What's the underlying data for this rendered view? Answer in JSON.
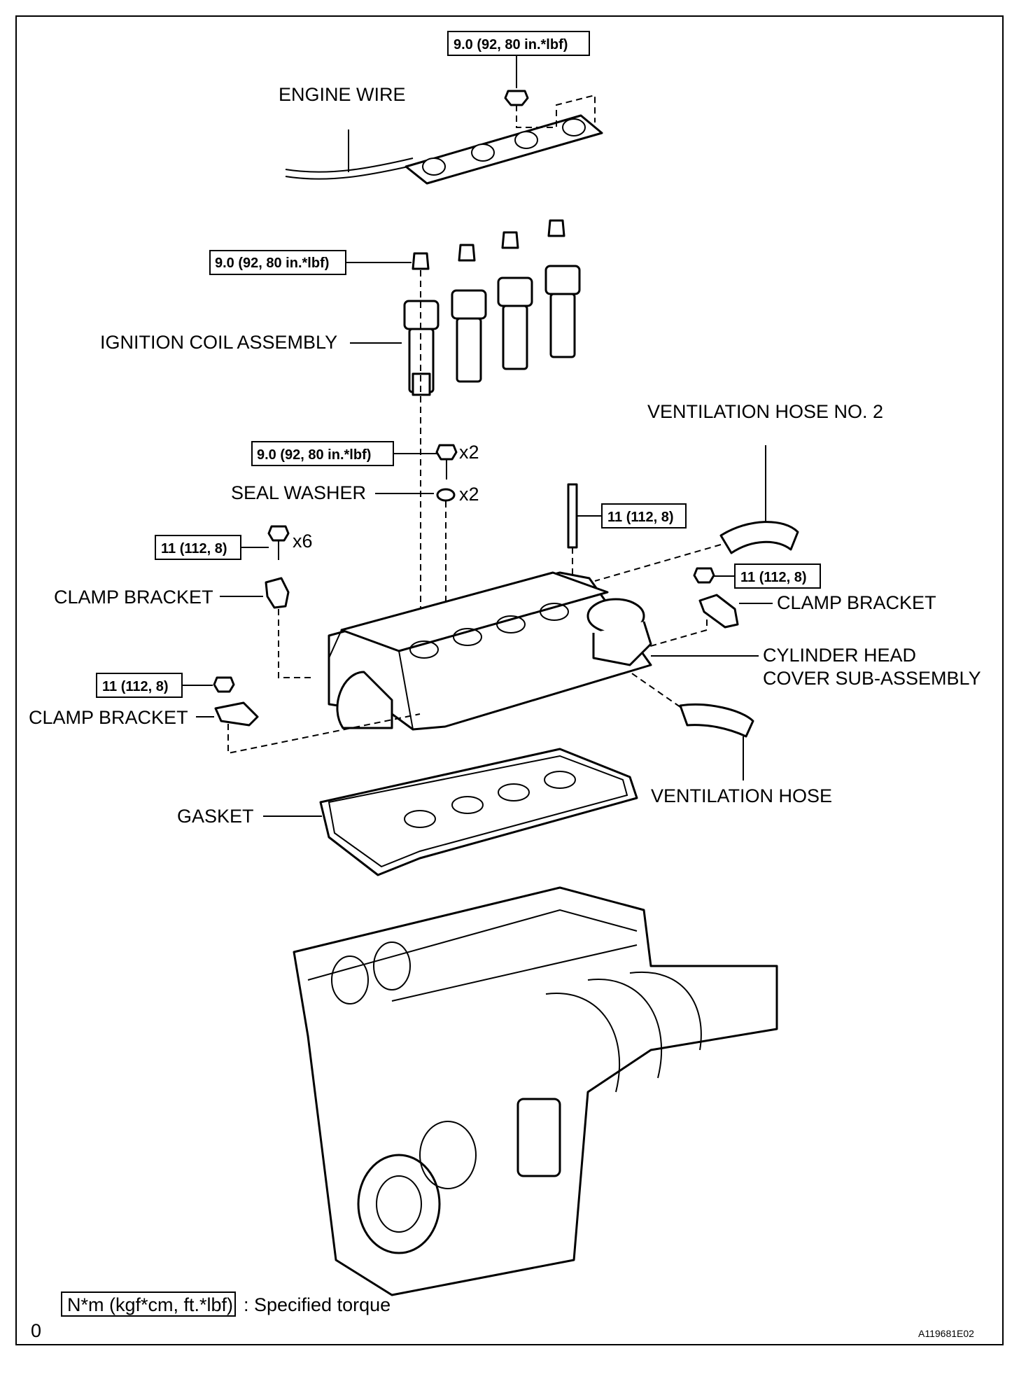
{
  "labels": {
    "engine_wire": "ENGINE WIRE",
    "ignition_coil_assembly": "IGNITION COIL ASSEMBLY",
    "ventilation_hose_no2": "VENTILATION HOSE NO. 2",
    "seal_washer": "SEAL WASHER",
    "clamp_bracket_left_upper": "CLAMP BRACKET",
    "clamp_bracket_right": "CLAMP BRACKET",
    "clamp_bracket_left_lower": "CLAMP BRACKET",
    "cylinder_head_cover_line1": "CYLINDER HEAD",
    "cylinder_head_cover_line2": "COVER SUB-ASSEMBLY",
    "ventilation_hose": "VENTILATION HOSE",
    "gasket": "GASKET"
  },
  "torque": {
    "engine_wire_nut": "9.0 (92, 80 in.*lbf)",
    "ignition_coil_bolt": "9.0 (92, 80 in.*lbf)",
    "cover_bolt_x2": "9.0 (92, 80 in.*lbf)",
    "stud": "11 (112, 8)",
    "cover_bolt_x6": "11 (112, 8)",
    "right_bracket_nut": "11 (112, 8)",
    "left_bracket_nut": "11 (112, 8)"
  },
  "quantities": {
    "cover_bolt": "x2",
    "seal_washer": "x2",
    "cover_bolt_x6": "x6"
  },
  "legend": {
    "unit_box": "N*m (kgf*cm, ft.*lbf)",
    "description": ": Specified torque"
  },
  "footer": {
    "page_marker": "0",
    "figure_id": "A119681E02"
  }
}
